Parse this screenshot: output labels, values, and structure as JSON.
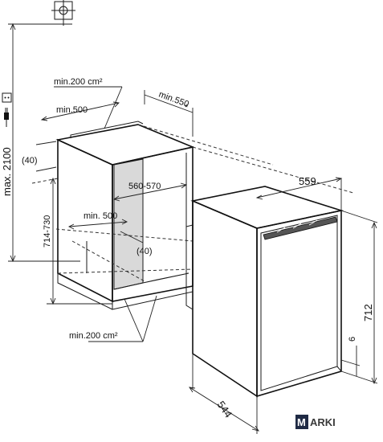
{
  "labels": {
    "max_height": "max. 2100",
    "vent_top": "min.200 cm²",
    "depth_top": "min.500",
    "opening_depth": "min.550",
    "asterisk": "*",
    "offset_left": "(40)",
    "niche_width": "560-570",
    "niche_height": "714-730",
    "inner_depth": "min. 500",
    "offset_inner": "(40)",
    "vent_bottom": "min.200 cm²",
    "unit_width": "559",
    "unit_height": "712",
    "foot_height": "6",
    "unit_depth": "544"
  },
  "brand": {
    "letter": "M",
    "rest": "ARKI"
  },
  "colors": {
    "line": "#1a1a1a",
    "niche_fill": "#d9d9d9",
    "brand_badge": "#1f2a44"
  }
}
